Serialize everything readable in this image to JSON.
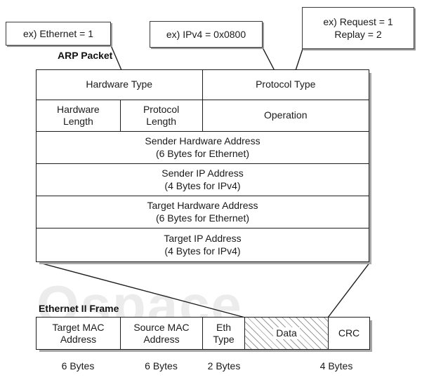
{
  "callouts": [
    {
      "id": "hardware-type",
      "lines": [
        "ex) Ethernet = 1"
      ]
    },
    {
      "id": "protocol-type",
      "lines": [
        "ex) IPv4 = 0x0800"
      ]
    },
    {
      "id": "operation",
      "lines": [
        "ex) Request = 1",
        "Replay = 2"
      ]
    }
  ],
  "arp": {
    "title": "ARP Packet",
    "fields": {
      "hardware_type": "Hardware Type",
      "protocol_type": "Protocol Type",
      "hardware_length_l1": "Hardware",
      "hardware_length_l2": "Length",
      "protocol_length_l1": "Protocol",
      "protocol_length_l2": "Length",
      "operation": "Operation",
      "sender_hw_l1": "Sender Hardware Address",
      "sender_hw_l2": "(6 Bytes for Ethernet)",
      "sender_ip_l1": "Sender IP Address",
      "sender_ip_l2": "(4 Bytes for IPv4)",
      "target_hw_l1": "Target Hardware Address",
      "target_hw_l2": "(6 Bytes for Ethernet)",
      "target_ip_l1": "Target IP Address",
      "target_ip_l2": "(4 Bytes for IPv4)"
    }
  },
  "ethernet": {
    "title": "Ethernet II Frame",
    "cells": {
      "target_mac_l1": "Target MAC",
      "target_mac_l2": "Address",
      "source_mac_l1": "Source MAC",
      "source_mac_l2": "Address",
      "eth_type_l1": "Eth",
      "eth_type_l2": "Type",
      "data": "Data",
      "crc": "CRC"
    },
    "byte_labels": {
      "target_mac": "6 Bytes",
      "source_mac": "6 Bytes",
      "eth_type": "2 Bytes",
      "crc": "4 Bytes"
    }
  },
  "watermark": {
    "text": "Ospace"
  },
  "colors": {
    "stroke": "#1d1d1d",
    "shadow": "#a8a8a8",
    "background": "#ffffff",
    "watermark": "#ececec",
    "hatch": "#9b9b9b"
  }
}
